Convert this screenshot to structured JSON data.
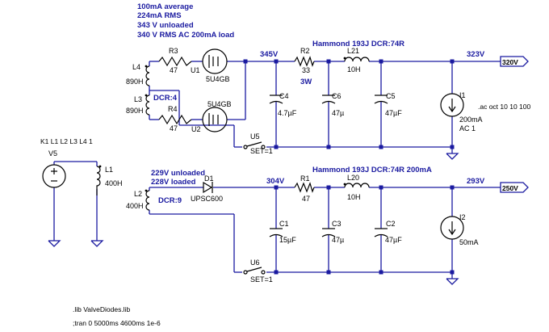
{
  "notes": {
    "top_block": [
      "100mA average",
      "224mA RMS",
      "343 V unloaded",
      "340 V RMS AC  200mA load"
    ],
    "bottom_block": [
      "229V unloaded",
      "228V loaded"
    ],
    "ac_directive": ".ac oct 10 10 100",
    "coupling_directive": "K1 L1 L2 L3 L4 1",
    "lib_directive": ".lib ValveDiodes.lib",
    "tran_directive": ";tran 0 5000ms 4600ms 1e-6",
    "choke_top": "Hammond 193J DCR:74R",
    "choke_bottom": "Hammond 193J DCR:74R 200mA",
    "dcr_top": "DCR:4",
    "dcr_bottom": "DCR:9"
  },
  "nets": {
    "n345": "345V",
    "n323": "323V",
    "n304": "304V",
    "n293": "293V",
    "flag_top": "320V",
    "flag_bottom": "250V"
  },
  "components": {
    "L4": {
      "name": "L4",
      "value": "890H"
    },
    "L3": {
      "name": "L3",
      "value": "890H"
    },
    "R3": {
      "name": "R3",
      "value": "47"
    },
    "R4": {
      "name": "R4",
      "value": "47"
    },
    "U1": {
      "name": "U1",
      "value": "5U4GB"
    },
    "U2": {
      "name": "U2",
      "value": "5U4GB"
    },
    "R2": {
      "name": "R2",
      "value": "33",
      "extra": "3W"
    },
    "L21": {
      "name": "L21",
      "value": "10H"
    },
    "C4": {
      "name": "C4",
      "value": "4.7µF"
    },
    "C6": {
      "name": "C6",
      "value": "47µ"
    },
    "C5": {
      "name": "C5",
      "value": "47µF"
    },
    "I1": {
      "name": "I1",
      "value": "200mA",
      "extra": "AC 1"
    },
    "U5": {
      "name": "U5",
      "value": "SET=1"
    },
    "V5": {
      "name": "V5"
    },
    "L1": {
      "name": "L1",
      "value": "400H"
    },
    "L2": {
      "name": "L2",
      "value": "400H"
    },
    "D1": {
      "name": "D1",
      "value": "UPSC600"
    },
    "R1": {
      "name": "R1",
      "value": "47"
    },
    "L20": {
      "name": "L20",
      "value": "10H"
    },
    "C1": {
      "name": "C1",
      "value": "15µF"
    },
    "C3": {
      "name": "C3",
      "value": "47µ"
    },
    "C2": {
      "name": "C2",
      "value": "47µF"
    },
    "I2": {
      "name": "I2",
      "value": "50mA"
    },
    "U6": {
      "name": "U6",
      "value": "SET=1"
    }
  },
  "colors": {
    "wire": "#1a1aa0",
    "symbol": "#000000",
    "background": "#ffffff"
  }
}
